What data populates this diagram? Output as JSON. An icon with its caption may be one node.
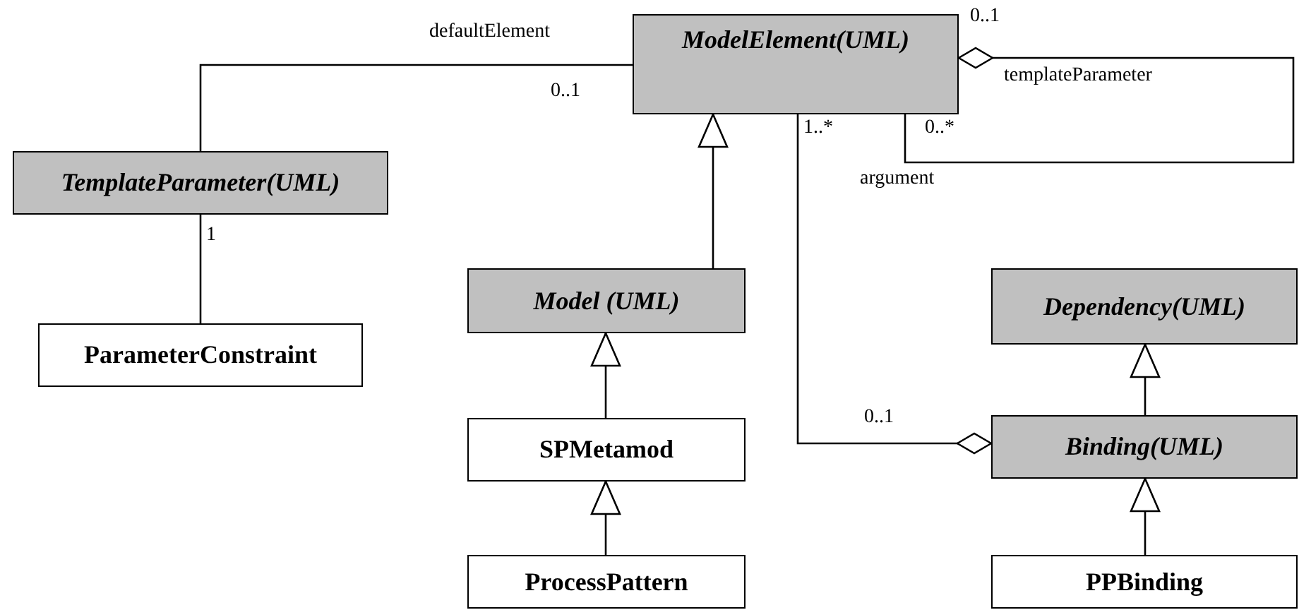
{
  "diagram": {
    "nodes": [
      {
        "text": [
          "ModelElement(UML)"
        ]
      },
      {
        "text": [
          "TemplateParameter(UML)"
        ]
      },
      {
        "text": [
          "ParameterConstraint"
        ]
      },
      {
        "text": [
          "Model (UML)"
        ]
      },
      {
        "text": [
          "SPMetamod"
        ]
      },
      {
        "text": [
          "ProcessPattern"
        ]
      },
      {
        "text": [
          "Dependency(UML)"
        ]
      },
      {
        "text": [
          "Binding(UML)"
        ]
      },
      {
        "text": [
          "PPBinding"
        ]
      }
    ],
    "edges": [
      {
        "from": 1,
        "to": 0,
        "arrow": "none"
      },
      {
        "from": 2,
        "to": 1,
        "arrow": "none"
      },
      {
        "from": 3,
        "to": 0,
        "arrow": "to"
      },
      {
        "from": 4,
        "to": 3,
        "arrow": "to"
      },
      {
        "from": 5,
        "to": 4,
        "arrow": "to"
      },
      {
        "from": 7,
        "to": 6,
        "arrow": "to"
      },
      {
        "from": 8,
        "to": 7,
        "arrow": "to"
      },
      {
        "from": 0,
        "to": 7,
        "arrow": "other"
      },
      {
        "from": 0,
        "to": 0,
        "arrow": "other"
      }
    ],
    "labels": [
      "defaultElement",
      "0..1",
      "templateParameter",
      "0..1",
      "1..*",
      "0..*",
      "argument",
      "1",
      "0..1"
    ]
  }
}
